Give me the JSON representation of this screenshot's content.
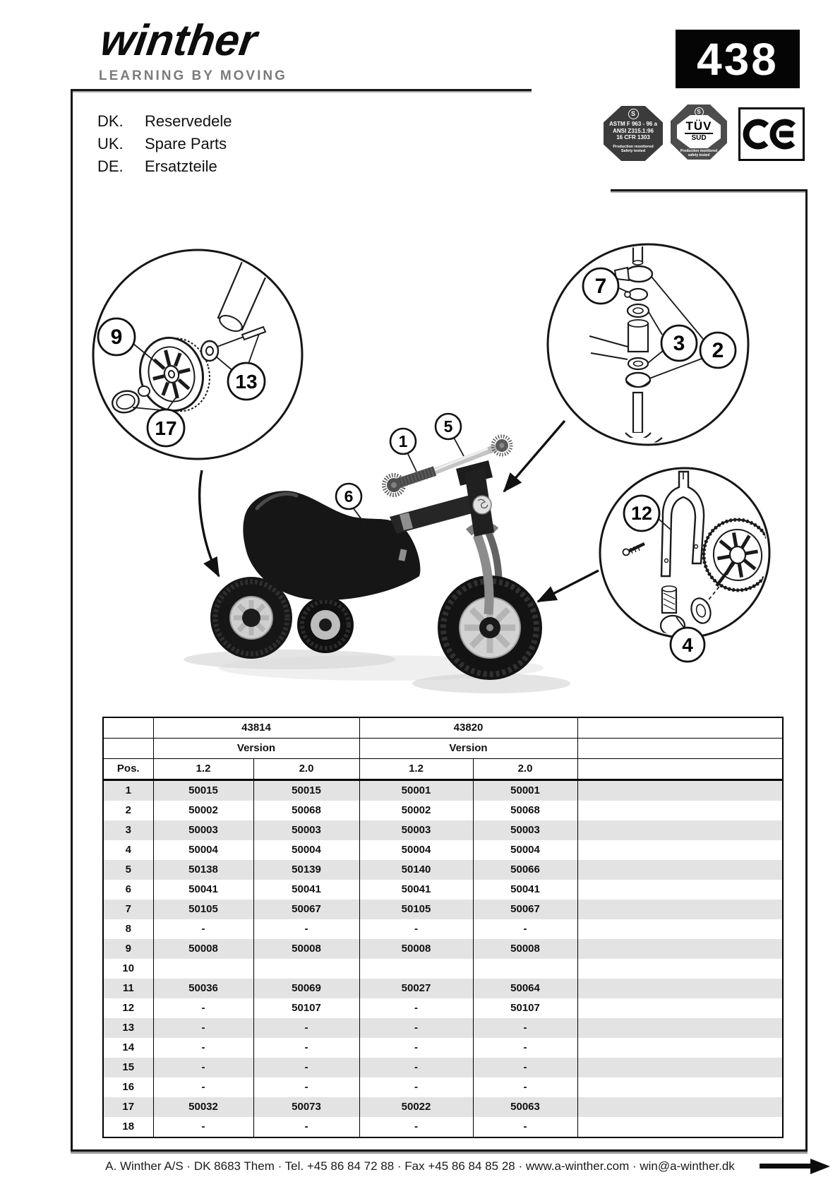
{
  "header": {
    "logo": "winther",
    "tagline": "LEARNING BY MOVING",
    "page_number": "438",
    "languages": [
      {
        "code": "DK.",
        "label": "Reservedele"
      },
      {
        "code": "UK.",
        "label": "Spare Parts"
      },
      {
        "code": "DE.",
        "label": "Ersatzteile"
      }
    ]
  },
  "certifications": {
    "astm": {
      "mark": "S",
      "line1": "ASTM F 963 - 96 a",
      "line2": "ANSI Z315.1:96",
      "line3": "16 CFR 1303",
      "footer1": "Production monitored",
      "footer2": "Safety tested"
    },
    "tuv": {
      "mark": "S",
      "title": "TÜV",
      "subtitle": "SÜD",
      "footer1": "Production monitored",
      "footer2": "safety tested"
    },
    "ce": {
      "label": "CE"
    }
  },
  "diagram": {
    "callouts": {
      "c1": "1",
      "c2": "2",
      "c3": "3",
      "c4": "4",
      "c5": "5",
      "c6": "6",
      "c7": "7",
      "c9": "9",
      "c12": "12",
      "c13": "13",
      "c17": "17"
    }
  },
  "table": {
    "model_left": "43814",
    "model_right": "43820",
    "version_label_left": "Version",
    "version_label_right": "Version",
    "pos_header": "Pos.",
    "col_headers": [
      "1.2",
      "2.0",
      "1.2",
      "2.0"
    ],
    "rows": [
      {
        "pos": "1",
        "v": [
          "50015",
          "50015",
          "50001",
          "50001"
        ]
      },
      {
        "pos": "2",
        "v": [
          "50002",
          "50068",
          "50002",
          "50068"
        ]
      },
      {
        "pos": "3",
        "v": [
          "50003",
          "50003",
          "50003",
          "50003"
        ]
      },
      {
        "pos": "4",
        "v": [
          "50004",
          "50004",
          "50004",
          "50004"
        ]
      },
      {
        "pos": "5",
        "v": [
          "50138",
          "50139",
          "50140",
          "50066"
        ]
      },
      {
        "pos": "6",
        "v": [
          "50041",
          "50041",
          "50041",
          "50041"
        ]
      },
      {
        "pos": "7",
        "v": [
          "50105",
          "50067",
          "50105",
          "50067"
        ]
      },
      {
        "pos": "8",
        "v": [
          "-",
          "-",
          "-",
          "-"
        ]
      },
      {
        "pos": "9",
        "v": [
          "50008",
          "50008",
          "50008",
          "50008"
        ]
      },
      {
        "pos": "10",
        "v": [
          "",
          "",
          "",
          ""
        ]
      },
      {
        "pos": "11",
        "v": [
          "50036",
          "50069",
          "50027",
          "50064"
        ]
      },
      {
        "pos": "12",
        "v": [
          "-",
          "50107",
          "-",
          "50107"
        ]
      },
      {
        "pos": "13",
        "v": [
          "-",
          "-",
          "-",
          "-"
        ]
      },
      {
        "pos": "14",
        "v": [
          "-",
          "-",
          "-",
          "-"
        ]
      },
      {
        "pos": "15",
        "v": [
          "-",
          "-",
          "-",
          "-"
        ]
      },
      {
        "pos": "16",
        "v": [
          "-",
          "-",
          "-",
          "-"
        ]
      },
      {
        "pos": "17",
        "v": [
          "50032",
          "50073",
          "50022",
          "50063"
        ]
      },
      {
        "pos": "18",
        "v": [
          "-",
          "-",
          "-",
          "-"
        ]
      }
    ]
  },
  "footer": {
    "text": "A. Winther A/S · DK 8683 Them · Tel. +45 86 84 72 88 · Fax +45 86 84 85 28 · www.a-winther.com · win@a-winther.dk"
  }
}
